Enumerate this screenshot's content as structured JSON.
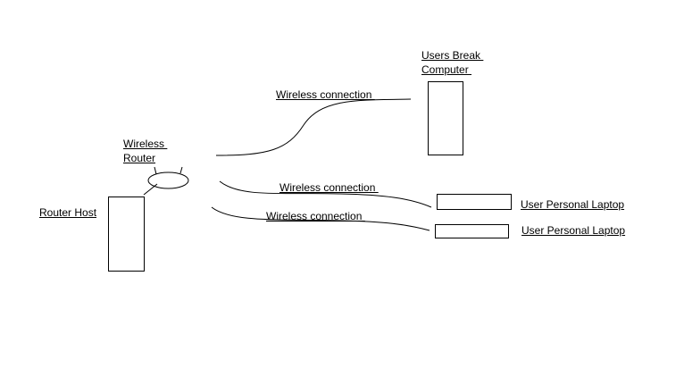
{
  "labels": {
    "users_break_computer_line1": "Users Break ",
    "users_break_computer_line2": "Computer ",
    "wireless_router_line1": "Wireless ",
    "wireless_router_line2": "Router",
    "router_host": "Router Host",
    "wireless_connection_top": "Wireless connection ",
    "wireless_connection_middle": "Wireless connection ",
    "wireless_connection_bottom": "Wireless connection ",
    "laptop_1": "User Personal Laptop",
    "laptop_2": "User Personal Laptop"
  },
  "colors": {
    "stroke": "#000000",
    "background": "#ffffff"
  }
}
